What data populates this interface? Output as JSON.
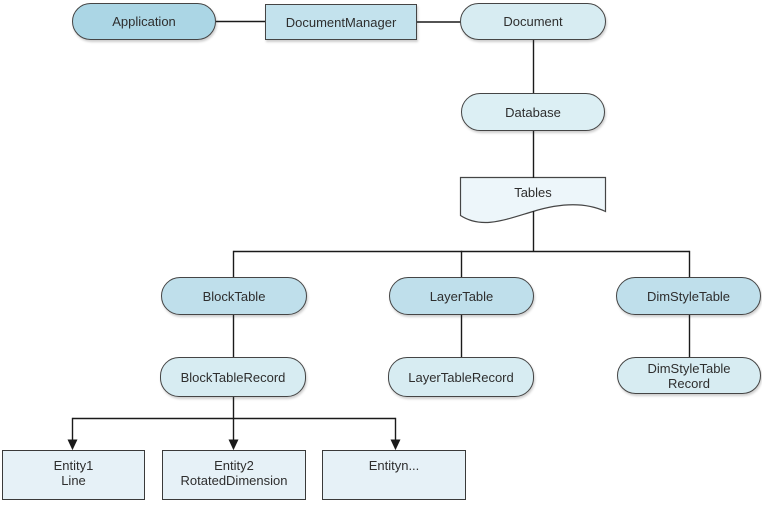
{
  "colors": {
    "node-blue": "#abd6e5",
    "node-blue-mid": "#c3e2ed",
    "table-blue": "#bfdfeb",
    "pale-blue": "#d7ecf2",
    "paler-blue": "#dceff4",
    "tables-fill": "#edf6fa",
    "entity-fill": "#e6f1f7",
    "border": "#454545",
    "line": "#1a1a1a",
    "text": "#2e2e2e",
    "background": "#ffffff"
  },
  "nodes": {
    "application": {
      "label": "Application"
    },
    "document_manager": {
      "label": "DocumentManager"
    },
    "document": {
      "label": "Document"
    },
    "database": {
      "label": "Database"
    },
    "tables": {
      "label": "Tables"
    },
    "block_table": {
      "label": "BlockTable"
    },
    "layer_table": {
      "label": "LayerTable"
    },
    "dim_style_table": {
      "label": "DimStyleTable"
    },
    "block_table_record": {
      "label": "BlockTableRecord"
    },
    "layer_table_record": {
      "label": "LayerTableRecord"
    },
    "dim_style_table_record": {
      "line1": "DimStyleTable",
      "line2": "Record"
    },
    "entity1": {
      "line1": "Entity1",
      "line2": "Line"
    },
    "entity2": {
      "line1": "Entity2",
      "line2": "RotatedDimension"
    },
    "entityn": {
      "label": "Entityn..."
    }
  }
}
